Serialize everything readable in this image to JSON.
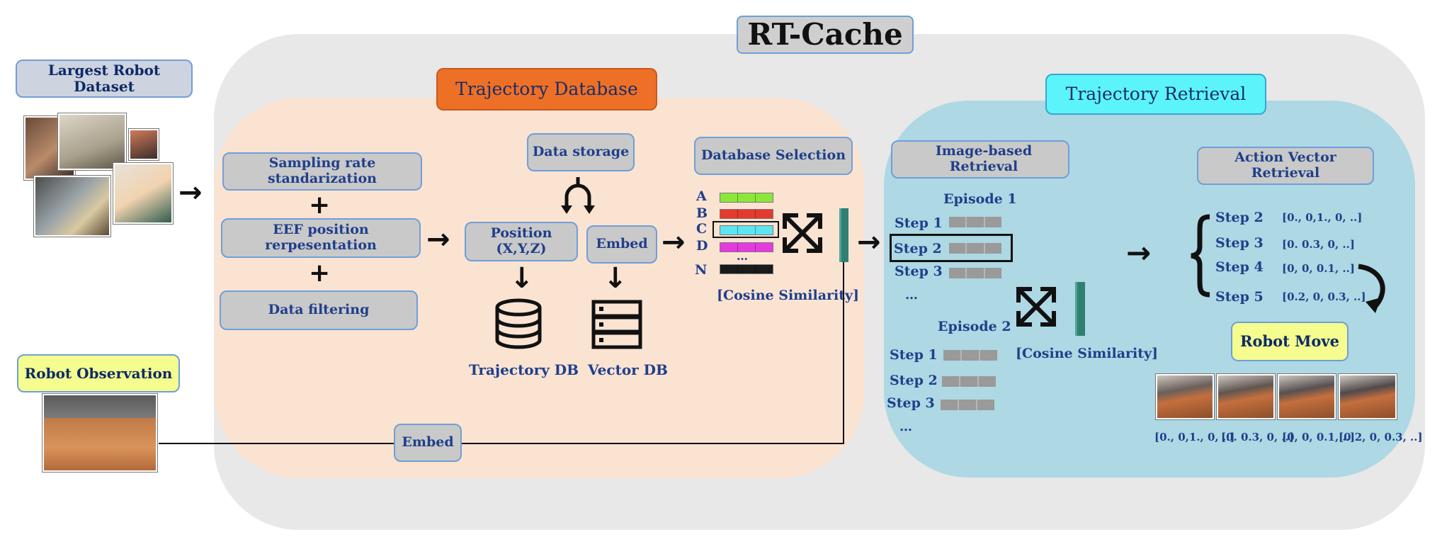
{
  "title": "RT-Cache",
  "dataset": {
    "label": "Largest Robot Dataset",
    "preprocessing": [
      "Sampling rate standarization",
      "EEF position rerpesentation",
      "Data filtering"
    ],
    "plus": "+"
  },
  "observation": {
    "label": "Robot  Observation",
    "embed": "Embed"
  },
  "database": {
    "title": "Trajectory Database",
    "storage": "Data storage",
    "position": "Position (X,Y,Z)",
    "embed": "Embed",
    "trajectory_db": "Trajectory DB",
    "vector_db": "Vector DB",
    "selection": "Database Selection",
    "rows": [
      {
        "letter": "A",
        "color": "#8ee63a"
      },
      {
        "letter": "B",
        "color": "#e53a2e"
      },
      {
        "letter": "C",
        "color": "#5ce6f0"
      },
      {
        "letter": "D",
        "color": "#e63ae0"
      },
      {
        "letter": "N",
        "color": "#1a1a1a"
      }
    ],
    "ellipsis": "…",
    "cosine": "[Cosine Similarity]"
  },
  "retrieval": {
    "title": "Trajectory Retrieval",
    "image_based": "Image-based Retrieval",
    "episode1": "Episode 1",
    "episode1_steps": [
      "Step 1",
      "Step 2",
      "Step 3"
    ],
    "episode2": "Episode 2",
    "episode2_steps": [
      "Step 1",
      "Step 2",
      "Step 3"
    ],
    "ellipsis": "…",
    "cosine": "[Cosine Similarity]",
    "action_vector": "Action Vector Retrieval",
    "action_steps": [
      {
        "step": "Step 2",
        "vector": "[0., 0,1., 0, ..]"
      },
      {
        "step": "Step 3",
        "vector": "[0. 0.3, 0, ..]"
      },
      {
        "step": "Step 4",
        "vector": "[0, 0, 0.1, ..]"
      },
      {
        "step": "Step 5",
        "vector": "[0.2, 0, 0.3, ..]"
      }
    ],
    "robot_move": "Robot  Move",
    "frame_vectors": [
      "[0., 0,1., 0, ..]",
      "[0. 0.3, 0, ..]",
      "[0, 0, 0.1, ..]",
      "[0.2, 0, 0.3, ..]"
    ]
  },
  "colors": {
    "outer_panel": "#e8e8e8",
    "database_panel": "#fbe3d2",
    "retrieval_panel": "#add8e4",
    "database_title": "#ee7027",
    "retrieval_title": "#5cf4fb",
    "highlight": "#f4fd8e",
    "vector_strip": "#2f7f72",
    "text_blue": "#1f3f8a"
  }
}
